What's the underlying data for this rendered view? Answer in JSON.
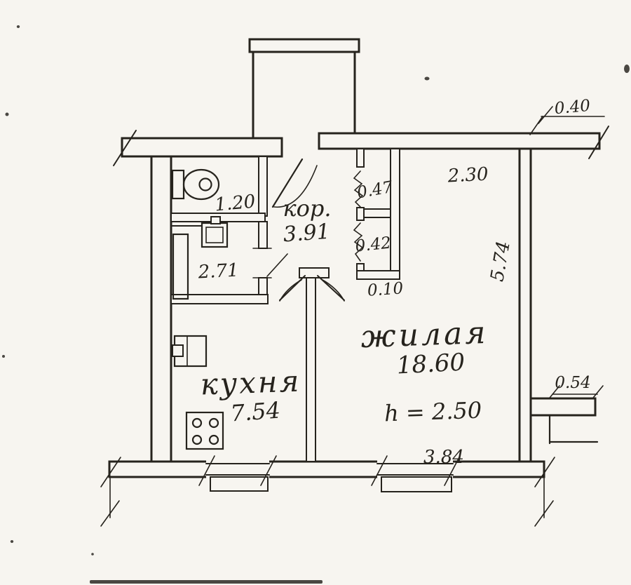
{
  "colors": {
    "ink": "#26231d",
    "paper": "#f7f5f0"
  },
  "floorplan": {
    "rooms": {
      "corridor": {
        "name": "кор.",
        "area": "3.91"
      },
      "bathroom": {
        "area": "1.20"
      },
      "washroom": {
        "area": "2.71"
      },
      "closet_upper": {
        "area": "0.47"
      },
      "closet_lower": {
        "area": "0.42"
      },
      "living": {
        "name": "жилая",
        "area": "18.60",
        "ceiling_height": "h = 2.50"
      },
      "kitchen": {
        "name": "кухня",
        "area": "7.54"
      }
    },
    "dimensions": {
      "wall_offset_top_right": "0.40",
      "top_width": "2.30",
      "right_height": "5.74",
      "closet_wall": "0.10",
      "bottom_width": "3.84",
      "step_width": "0.54"
    }
  }
}
